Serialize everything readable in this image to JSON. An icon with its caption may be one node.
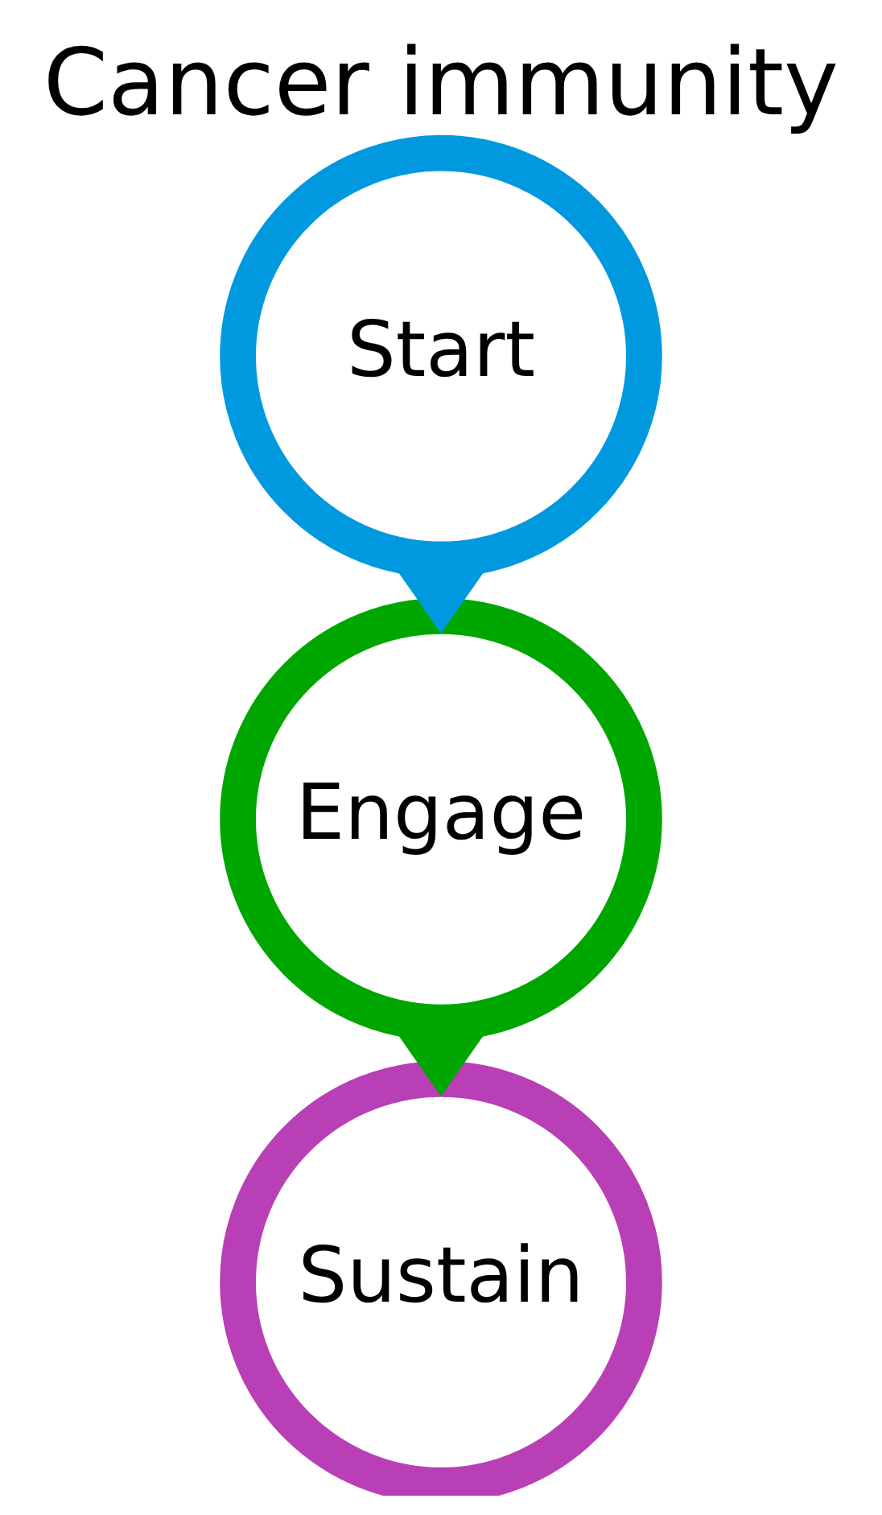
{
  "diagram": {
    "title": "Cancer immunity",
    "nodes": [
      {
        "text": [
          "Start"
        ]
      },
      {
        "text": [
          "Engage"
        ]
      },
      {
        "text": [
          "Sustain"
        ]
      }
    ],
    "edges": [
      {
        "from": 0,
        "to": 1,
        "arrow": "to",
        "style": "thick",
        "color": "#0099e0"
      },
      {
        "from": 1,
        "to": 2,
        "arrow": "to",
        "style": "thick",
        "color": "#00a600"
      }
    ]
  }
}
